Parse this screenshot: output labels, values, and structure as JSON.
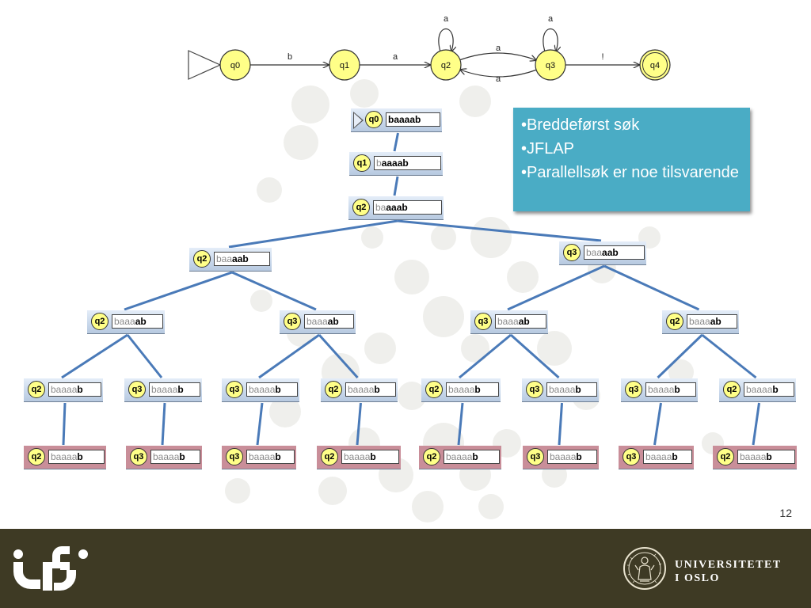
{
  "automaton": {
    "states": [
      {
        "id": "q0",
        "initial": true,
        "final": false
      },
      {
        "id": "q1",
        "initial": false,
        "final": false
      },
      {
        "id": "q2",
        "initial": false,
        "final": false
      },
      {
        "id": "q3",
        "initial": false,
        "final": false
      },
      {
        "id": "q4",
        "initial": false,
        "final": true
      }
    ],
    "transitions": [
      {
        "from": "q0",
        "to": "q1",
        "label": "b"
      },
      {
        "from": "q1",
        "to": "q2",
        "label": "a"
      },
      {
        "from": "q2",
        "to": "q2",
        "label": "a"
      },
      {
        "from": "q2",
        "to": "q3",
        "label": "a"
      },
      {
        "from": "q3",
        "to": "q2",
        "label": "a"
      },
      {
        "from": "q3",
        "to": "q3",
        "label": "a"
      },
      {
        "from": "q3",
        "to": "q4",
        "label": "!"
      }
    ],
    "colors": {
      "state_fill": "#ffff88",
      "state_stroke": "#333333"
    }
  },
  "trace_tree": {
    "input": "baaaab",
    "nodes": [
      {
        "state": "q0",
        "read": "",
        "rest": "baaaab",
        "kind": "start"
      },
      {
        "state": "q1",
        "read": "b",
        "rest": "aaaab",
        "kind": "normal"
      },
      {
        "state": "q2",
        "read": "ba",
        "rest": "aaab",
        "kind": "normal"
      },
      {
        "state": "q2",
        "read": "baa",
        "rest": "aab",
        "kind": "normal"
      },
      {
        "state": "q3",
        "read": "baa",
        "rest": "aab",
        "kind": "normal"
      },
      {
        "state": "q2",
        "read": "baaa",
        "rest": "ab",
        "kind": "normal"
      },
      {
        "state": "q3",
        "read": "baaa",
        "rest": "ab",
        "kind": "normal"
      },
      {
        "state": "q3",
        "read": "baaa",
        "rest": "ab",
        "kind": "normal"
      },
      {
        "state": "q2",
        "read": "baaa",
        "rest": "ab",
        "kind": "normal"
      },
      {
        "state": "q2",
        "read": "baaaa",
        "rest": "b",
        "kind": "normal"
      },
      {
        "state": "q3",
        "read": "baaaa",
        "rest": "b",
        "kind": "normal"
      },
      {
        "state": "q3",
        "read": "baaaa",
        "rest": "b",
        "kind": "normal"
      },
      {
        "state": "q2",
        "read": "baaaa",
        "rest": "b",
        "kind": "normal"
      },
      {
        "state": "q2",
        "read": "baaaa",
        "rest": "b",
        "kind": "normal"
      },
      {
        "state": "q3",
        "read": "baaaa",
        "rest": "b",
        "kind": "normal"
      },
      {
        "state": "q3",
        "read": "baaaa",
        "rest": "b",
        "kind": "normal"
      },
      {
        "state": "q2",
        "read": "baaaa",
        "rest": "b",
        "kind": "normal"
      },
      {
        "state": "q2",
        "read": "baaaa",
        "rest": "b",
        "kind": "rejected"
      },
      {
        "state": "q3",
        "read": "baaaa",
        "rest": "b",
        "kind": "rejected"
      },
      {
        "state": "q3",
        "read": "baaaa",
        "rest": "b",
        "kind": "rejected"
      },
      {
        "state": "q2",
        "read": "baaaa",
        "rest": "b",
        "kind": "rejected"
      },
      {
        "state": "q2",
        "read": "baaaa",
        "rest": "b",
        "kind": "rejected"
      },
      {
        "state": "q3",
        "read": "baaaa",
        "rest": "b",
        "kind": "rejected"
      },
      {
        "state": "q3",
        "read": "baaaa",
        "rest": "b",
        "kind": "rejected"
      },
      {
        "state": "q2",
        "read": "baaaa",
        "rest": "b",
        "kind": "rejected"
      }
    ],
    "colors": {
      "edge": "#4a7ab8",
      "normal_bg": "#cad9ec",
      "rejected_bg": "#c98e99"
    }
  },
  "info_box": {
    "lines": [
      "•Breddeførst søk",
      "•JFLAP",
      "•Parallellsøk  er noe tilsvarende"
    ],
    "background": "#4aacc5"
  },
  "page_number": "12",
  "footer": {
    "logo_icon": "ifi-logo-icon",
    "seal_icon": "university-seal-icon",
    "university_line1": "UNIVERSITETET",
    "university_line2": "I OSLO",
    "background": "#3e3a24"
  }
}
